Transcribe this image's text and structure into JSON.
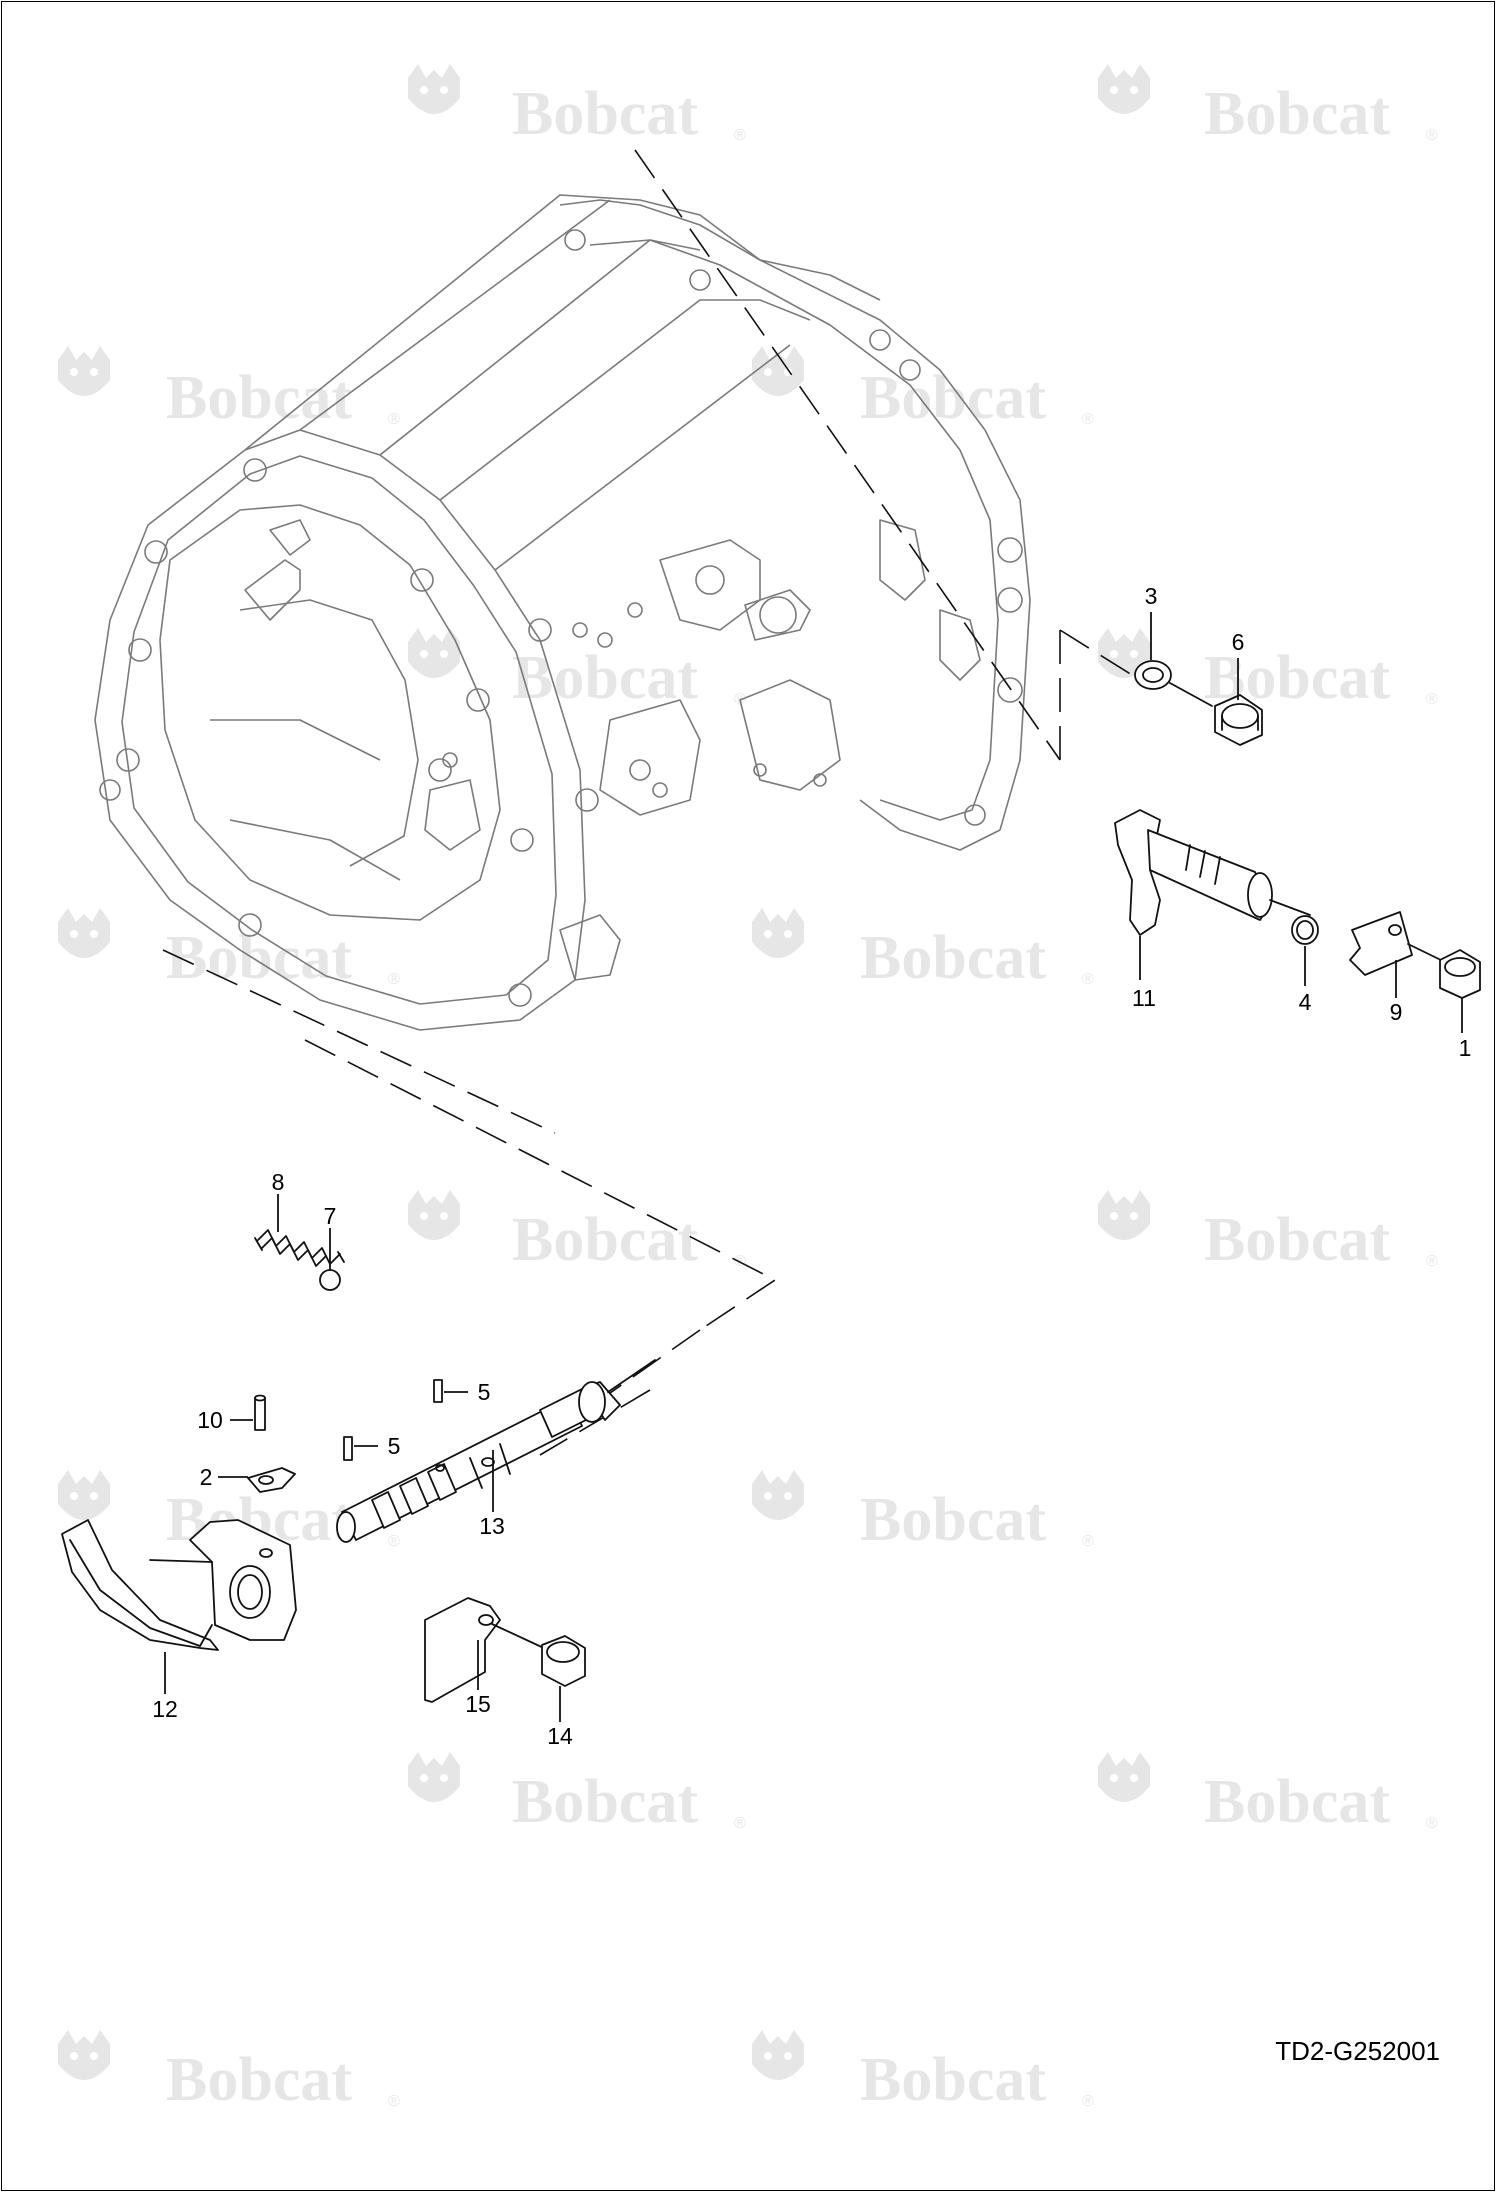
{
  "watermark": {
    "brand": "Bobcat",
    "registered": "®"
  },
  "drawing_code": "TD2-G252001",
  "callouts": {
    "c1": "1",
    "c2": "2",
    "c3": "3",
    "c4": "4",
    "c5a": "5",
    "c5b": "5",
    "c6": "6",
    "c7": "7",
    "c8": "8",
    "c9": "9",
    "c10": "10",
    "c11": "11",
    "c12": "12",
    "c13": "13",
    "c14": "14",
    "c15": "15"
  }
}
